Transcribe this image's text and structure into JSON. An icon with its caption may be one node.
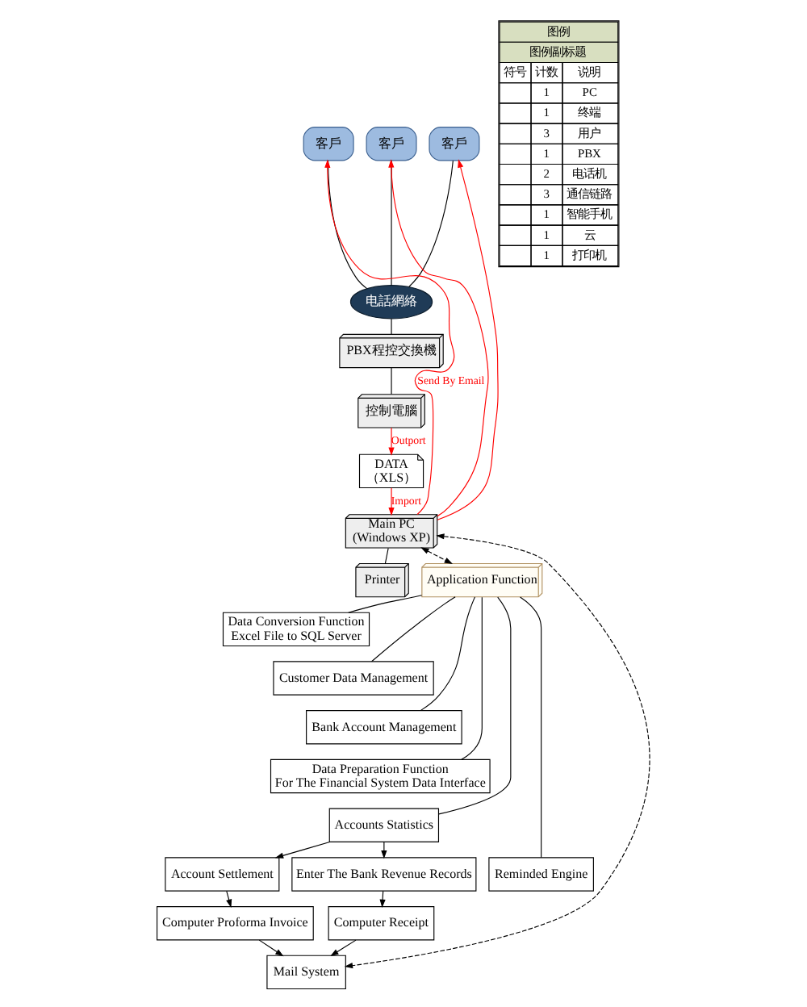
{
  "diagram": {
    "nodes": [
      {
        "text": [
          "客戶"
        ]
      },
      {
        "text": [
          "客戶"
        ]
      },
      {
        "text": [
          "客戶"
        ]
      },
      {
        "text": [
          "电話網絡"
        ]
      },
      {
        "text": [
          "PBX程控交換機"
        ]
      },
      {
        "text": [
          "控制電腦"
        ]
      },
      {
        "text": [
          "DATA",
          "（XLS）"
        ]
      },
      {
        "text": [
          "Main PC",
          "(Windows XP)"
        ]
      },
      {
        "text": [
          "Printer"
        ]
      },
      {
        "text": [
          "Application Function"
        ]
      },
      {
        "text": [
          "Data Conversion Function",
          "Excel File to SQL Server"
        ]
      },
      {
        "text": [
          "Customer Data Management"
        ]
      },
      {
        "text": [
          "Bank Account Management"
        ]
      },
      {
        "text": [
          "Data Preparation Function",
          "For The Financial System Data Interface"
        ]
      },
      {
        "text": [
          "Accounts Statistics"
        ]
      },
      {
        "text": [
          "Reminded Engine"
        ]
      },
      {
        "text": [
          "Account Settlement"
        ]
      },
      {
        "text": [
          "Computer Proforma Invoice"
        ]
      },
      {
        "text": [
          "Enter The Bank Revenue Records"
        ]
      },
      {
        "text": [
          "Computer Receipt"
        ]
      },
      {
        "text": [
          "Mail System"
        ]
      }
    ],
    "edges": [
      {
        "from": 7,
        "to": 0,
        "arrow": "to",
        "color": "#ff0000",
        "label": "Send By Email"
      },
      {
        "from": 7,
        "to": 1,
        "arrow": "to",
        "color": "#ff0000"
      },
      {
        "from": 7,
        "to": 2,
        "arrow": "to",
        "color": "#ff0000"
      },
      {
        "from": 0,
        "to": 3,
        "arrow": "none"
      },
      {
        "from": 1,
        "to": 3,
        "arrow": "none"
      },
      {
        "from": 2,
        "to": 3,
        "arrow": "none"
      },
      {
        "from": 3,
        "to": 4,
        "arrow": "none"
      },
      {
        "from": 4,
        "to": 5,
        "arrow": "none"
      },
      {
        "from": 5,
        "to": 6,
        "arrow": "to",
        "color": "#ff0000",
        "label": "Outport"
      },
      {
        "from": 6,
        "to": 7,
        "arrow": "to",
        "color": "#ff0000",
        "label": "Import"
      },
      {
        "from": 7,
        "to": 9,
        "arrow": "both",
        "style": "dashed"
      },
      {
        "from": 7,
        "to": 8,
        "arrow": "none"
      },
      {
        "from": 7,
        "to": 20,
        "arrow": "both",
        "style": "dashed"
      },
      {
        "from": 9,
        "to": 10,
        "arrow": "none"
      },
      {
        "from": 9,
        "to": 11,
        "arrow": "none"
      },
      {
        "from": 9,
        "to": 12,
        "arrow": "none"
      },
      {
        "from": 9,
        "to": 13,
        "arrow": "none"
      },
      {
        "from": 9,
        "to": 14,
        "arrow": "none"
      },
      {
        "from": 9,
        "to": 15,
        "arrow": "none"
      },
      {
        "from": 14,
        "to": 16,
        "arrow": "to"
      },
      {
        "from": 14,
        "to": 18,
        "arrow": "to"
      },
      {
        "from": 16,
        "to": 17,
        "arrow": "to"
      },
      {
        "from": 18,
        "to": 19,
        "arrow": "to"
      },
      {
        "from": 17,
        "to": 20,
        "arrow": "to"
      },
      {
        "from": 19,
        "to": 20,
        "arrow": "to"
      }
    ],
    "labels": [
      "图例",
      "图例副标题",
      "符号",
      "计数",
      "说明",
      "1",
      "PC",
      "1",
      "终端",
      "3",
      "用户",
      "1",
      "PBX",
      "2",
      "电话机",
      "3",
      "通信链路",
      "1",
      "智能手机",
      "1",
      "云",
      "1",
      "打印机"
    ]
  }
}
